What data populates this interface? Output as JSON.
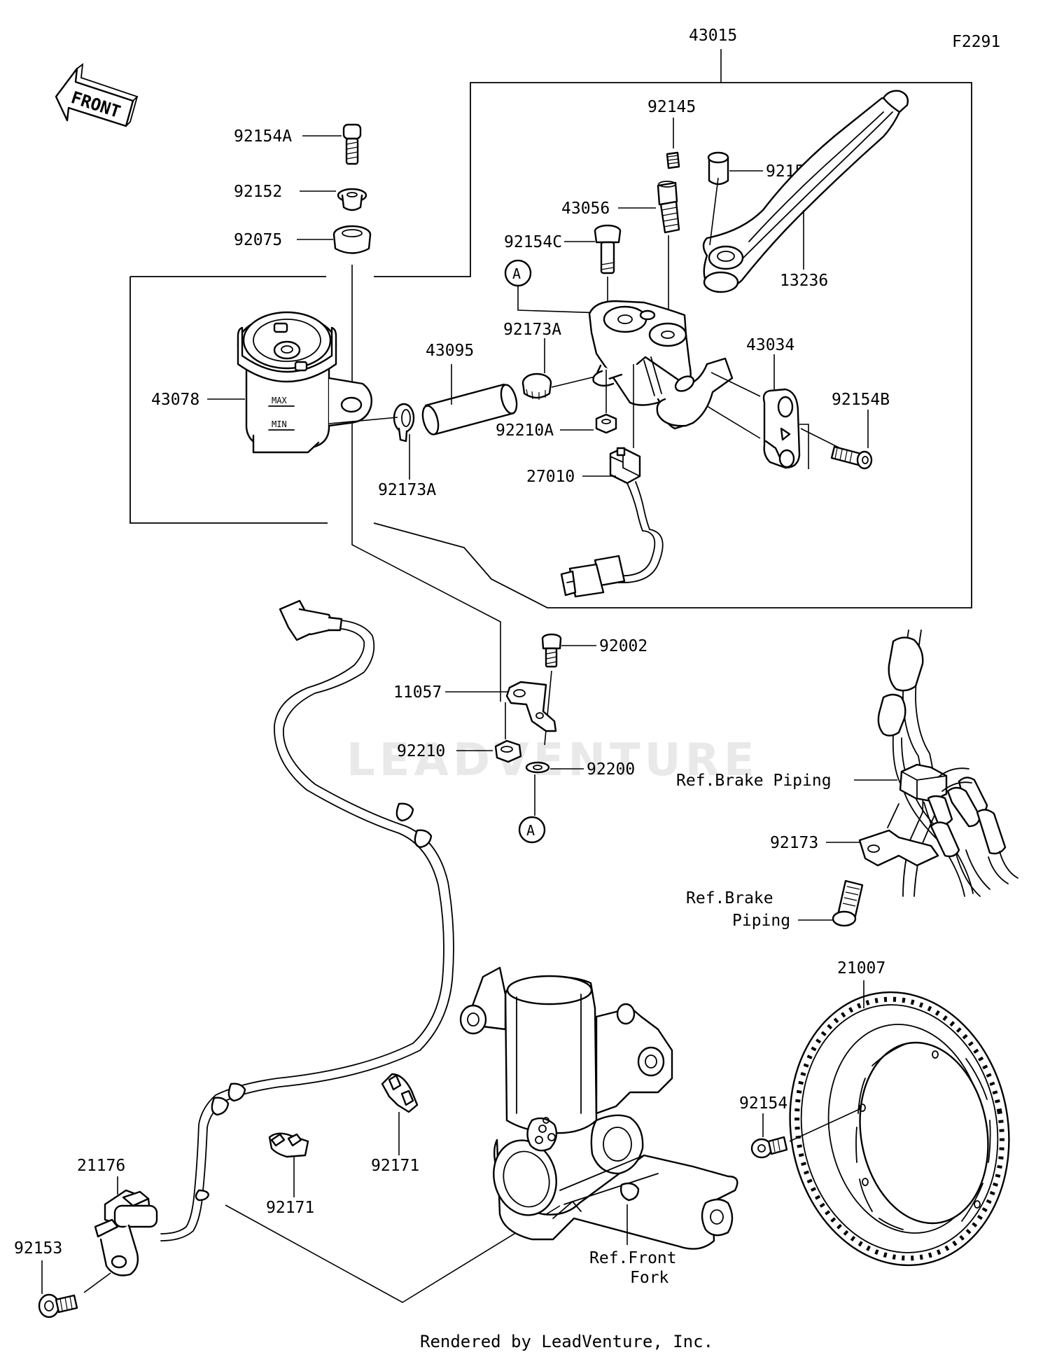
{
  "figure_code": "F2291",
  "front_arrow_label": "FRONT",
  "watermark": "LEADVENTURE",
  "footer": "Rendered by LeadVenture, Inc.",
  "callouts": {
    "c43015": "43015",
    "c92154A": "92154A",
    "c92152": "92152",
    "c92075": "92075",
    "c92145": "92145",
    "c92152A": "92152A",
    "c43056": "43056",
    "c92154C": "92154C",
    "c13236": "13236",
    "refA_top": "A",
    "c92173A_top": "92173A",
    "c43095": "43095",
    "c43034": "43034",
    "c43078": "43078",
    "c92154B": "92154B",
    "c92210A": "92210A",
    "c92173A_bottom": "92173A",
    "c27010": "27010",
    "c92002": "92002",
    "c11057": "11057",
    "c92210": "92210",
    "c92200": "92200",
    "refA_bottom": "A",
    "ref_brake_piping_1": "Ref.Brake Piping",
    "c92173": "92173",
    "ref_brake_piping_2a": "Ref.Brake",
    "ref_brake_piping_2b": "Piping",
    "c21007": "21007",
    "c92154": "92154",
    "c21176": "21176",
    "c92171_left": "92171",
    "c92171_right": "92171",
    "c92153": "92153",
    "ref_front_fork_a": "Ref.Front",
    "ref_front_fork_b": "Fork"
  },
  "reservoir_marks": {
    "max": "MAX",
    "min": "MIN"
  }
}
